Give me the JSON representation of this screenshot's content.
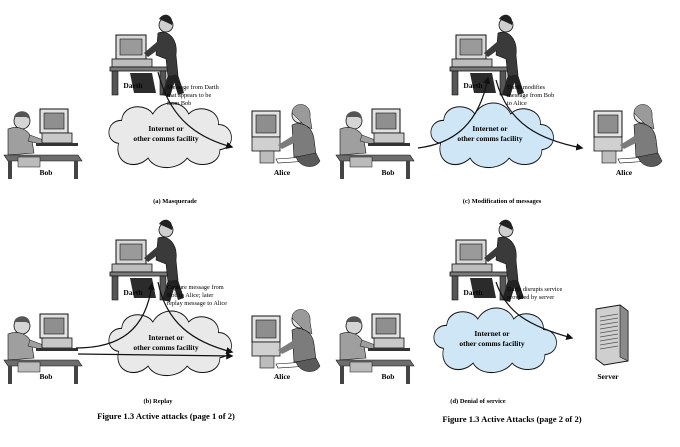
{
  "panels": {
    "a": {
      "caption": "(a) Masquerade",
      "darth": "Darth",
      "bob": "Bob",
      "alice": "Alice",
      "cloud_line1": "Internet or",
      "cloud_line2": "other comms facility",
      "note": [
        "Message from Darth",
        "that appears to be",
        "from Bob"
      ]
    },
    "b": {
      "caption": "(b) Replay",
      "darth": "Darth",
      "bob": "Bob",
      "alice": "Alice",
      "cloud_line1": "Internet or",
      "cloud_line2": "other comms facility",
      "note": [
        "Capture message from",
        "Bob to Alice; later",
        "replay message to Alice"
      ]
    },
    "c": {
      "caption": "(c) Modification of messages",
      "darth": "Darth",
      "bob": "Bob",
      "alice": "Alice",
      "cloud_line1": "Internet or",
      "cloud_line2": "other comms facility",
      "note": [
        "Darth modifies",
        "message from Bob",
        "to Alice"
      ]
    },
    "d": {
      "caption": "(d) Denial of service",
      "darth": "Darth",
      "bob": "Bob",
      "server": "Server",
      "cloud_line1": "Internet or",
      "cloud_line2": "other comms facility",
      "note": [
        "Darth disrupts service",
        "provided by server"
      ]
    }
  },
  "figure_captions": {
    "left": "Figure 1.3   Active attacks (page 1 of 2)",
    "right": "Figure 1.3   Active Attacks (page 2 of 2)"
  },
  "colors": {
    "cloud_gray": "#e9e9e9",
    "cloud_blue": "#cfe6f6",
    "ink": "#111111"
  }
}
